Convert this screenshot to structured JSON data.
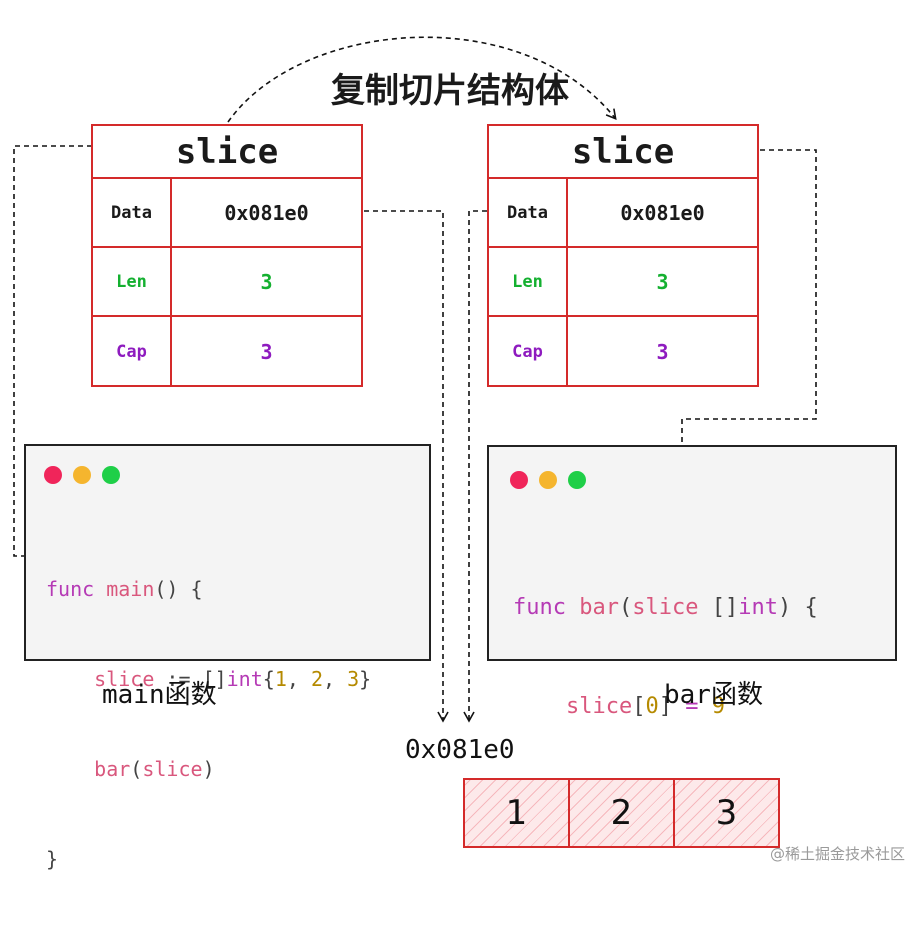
{
  "title": "复制切片结构体",
  "left_slice": {
    "header": "slice",
    "rows": [
      {
        "label": "Data",
        "value": "0x081e0"
      },
      {
        "label": "Len",
        "value": "3"
      },
      {
        "label": "Cap",
        "value": "3"
      }
    ]
  },
  "right_slice": {
    "header": "slice",
    "rows": [
      {
        "label": "Data",
        "value": "0x081e0"
      },
      {
        "label": "Len",
        "value": "3"
      },
      {
        "label": "Cap",
        "value": "3"
      }
    ]
  },
  "main_code": {
    "line1": {
      "kw": "func",
      "name": "main",
      "rest": "() {"
    },
    "line2": {
      "var": "slice",
      "op": " := []",
      "type": "int",
      "open": "{",
      "n1": "1",
      "c1": ", ",
      "n2": "2",
      "c2": ", ",
      "n3": "3",
      "close": "}"
    },
    "line3": {
      "call": "bar",
      "open": "(",
      "arg": "slice",
      "close": ")"
    },
    "line4": "}"
  },
  "bar_code": {
    "line1": {
      "kw": "func",
      "name": "bar",
      "open": "(",
      "param": "slice",
      "ptype_open": " []",
      "ptype": "int",
      "rest": ") {"
    },
    "line2": {
      "var": "slice",
      "idx_open": "[",
      "idx": "0",
      "idx_close": "]",
      "op": " = ",
      "val": "9"
    },
    "line3": "}"
  },
  "labels": {
    "main_fn": "main函数",
    "bar_fn": "bar函数",
    "address": "0x081e0"
  },
  "array": [
    "1",
    "2",
    "3"
  ],
  "watermark": "@稀土掘金技术社区",
  "colors": {
    "table_border": "#d42a2a",
    "len_text": "#14b030",
    "cap_text": "#8e1bbf",
    "dot_red": "#f0255a",
    "dot_yellow": "#f5b52e",
    "dot_green": "#1fcf48"
  }
}
